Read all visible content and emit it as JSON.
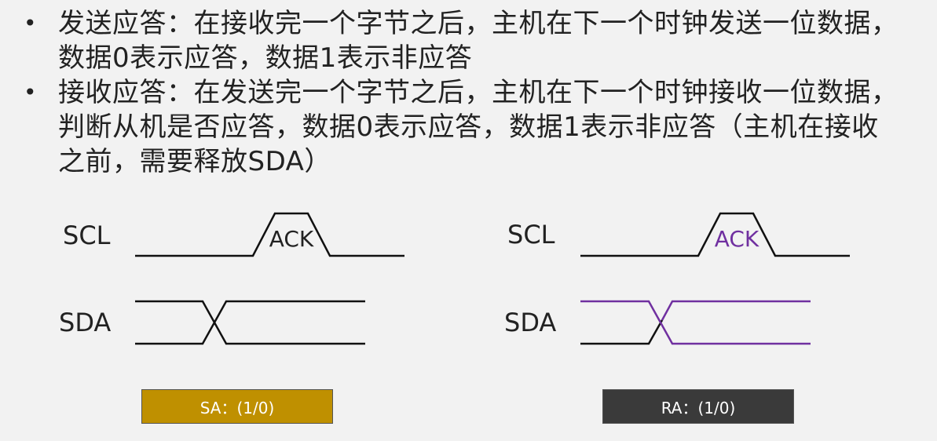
{
  "bullets": [
    {
      "symbol": "•",
      "text": "发送应答：在接收完一个字节之后，主机在下一个时钟发送一位数据，数据0表示应答，数据1表示非应答"
    },
    {
      "symbol": "•",
      "text": "接收应答：在发送完一个字节之后，主机在下一个时钟接收一位数据，判断从机是否应答，数据0表示应答，数据1表示非应答（主机在接收之前，需要释放SDA）"
    }
  ],
  "left_diagram": {
    "scl_label": "SCL",
    "sda_label": "SDA",
    "ack_label": "ACK",
    "box_label": "SA：(1/0)",
    "box_color": "#bf9000",
    "ack_color": "#222222"
  },
  "right_diagram": {
    "scl_label": "SCL",
    "sda_label": "SDA",
    "ack_label": "ACK",
    "box_label": "RA：(1/0)",
    "box_color": "#3a3a3a",
    "ack_color": "#7030a0",
    "sda_color": "#7030a0"
  }
}
